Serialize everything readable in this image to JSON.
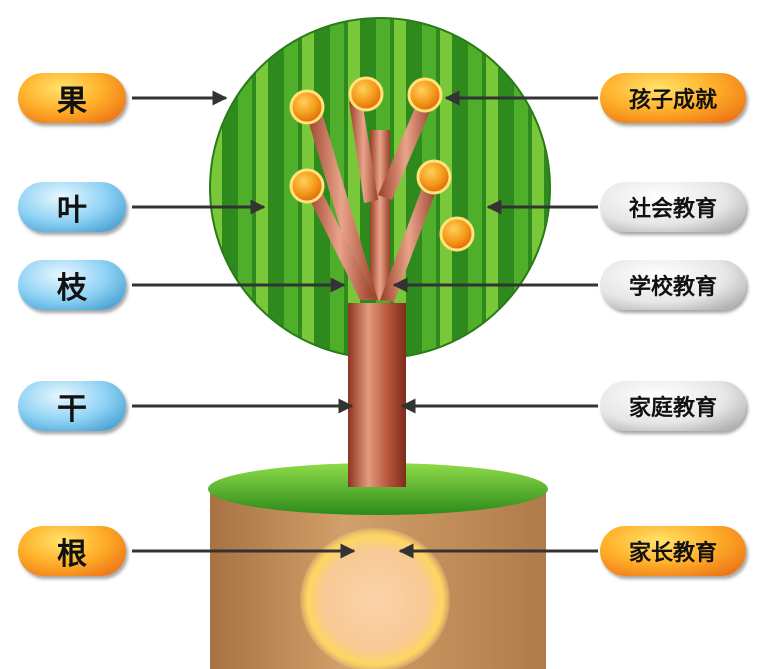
{
  "left_labels": [
    {
      "id": "fruit",
      "text": "果",
      "style": "orange"
    },
    {
      "id": "leaf",
      "text": "叶",
      "style": "blue"
    },
    {
      "id": "branch",
      "text": "枝",
      "style": "blue"
    },
    {
      "id": "trunk",
      "text": "干",
      "style": "blue"
    },
    {
      "id": "root",
      "text": "根",
      "style": "orange"
    }
  ],
  "right_labels": [
    {
      "id": "child-achievement",
      "text": "孩子成就",
      "style": "orange"
    },
    {
      "id": "social-education",
      "text": "社会教育",
      "style": "gray"
    },
    {
      "id": "school-education",
      "text": "学校教育",
      "style": "gray"
    },
    {
      "id": "family-education",
      "text": "家庭教育",
      "style": "gray"
    },
    {
      "id": "parent-education",
      "text": "家长教育",
      "style": "orange"
    }
  ],
  "colors": {
    "canopy_dark": "#2f8a1e",
    "canopy_light": "#7ccf3a",
    "trunk": "#b5533a",
    "soil": "#c9955f",
    "arrow": "#333333",
    "fruit": "#f08a12"
  }
}
